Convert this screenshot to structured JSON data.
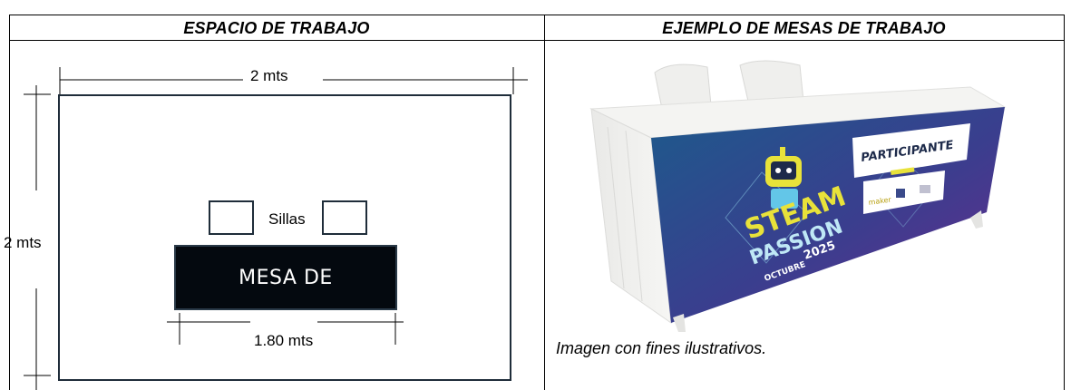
{
  "headers": {
    "left": "ESPACIO DE TRABAJO",
    "right": "EJEMPLO DE MESAS DE TRABAJO"
  },
  "workspace": {
    "width_label": "2 mts",
    "height_label": "2 mts",
    "chairs_label": "Sillas",
    "table_label": "MESA DE",
    "table_width_label": "1.80 mts"
  },
  "example": {
    "banner_badge": "PARTICIPANTE",
    "banner_line1": "STEAM",
    "banner_line2": "PASSION",
    "banner_sub": "OCTUBRE",
    "banner_year": "2025",
    "banner_partner": "maker",
    "caption": "Imagen con fines ilustrativos."
  },
  "colors": {
    "room_border": "#1f2d3a",
    "table_fill": "#04090f",
    "banner_start": "#1d5a8c",
    "banner_end": "#6a2a8e",
    "accent_yellow": "#e8e23a"
  }
}
